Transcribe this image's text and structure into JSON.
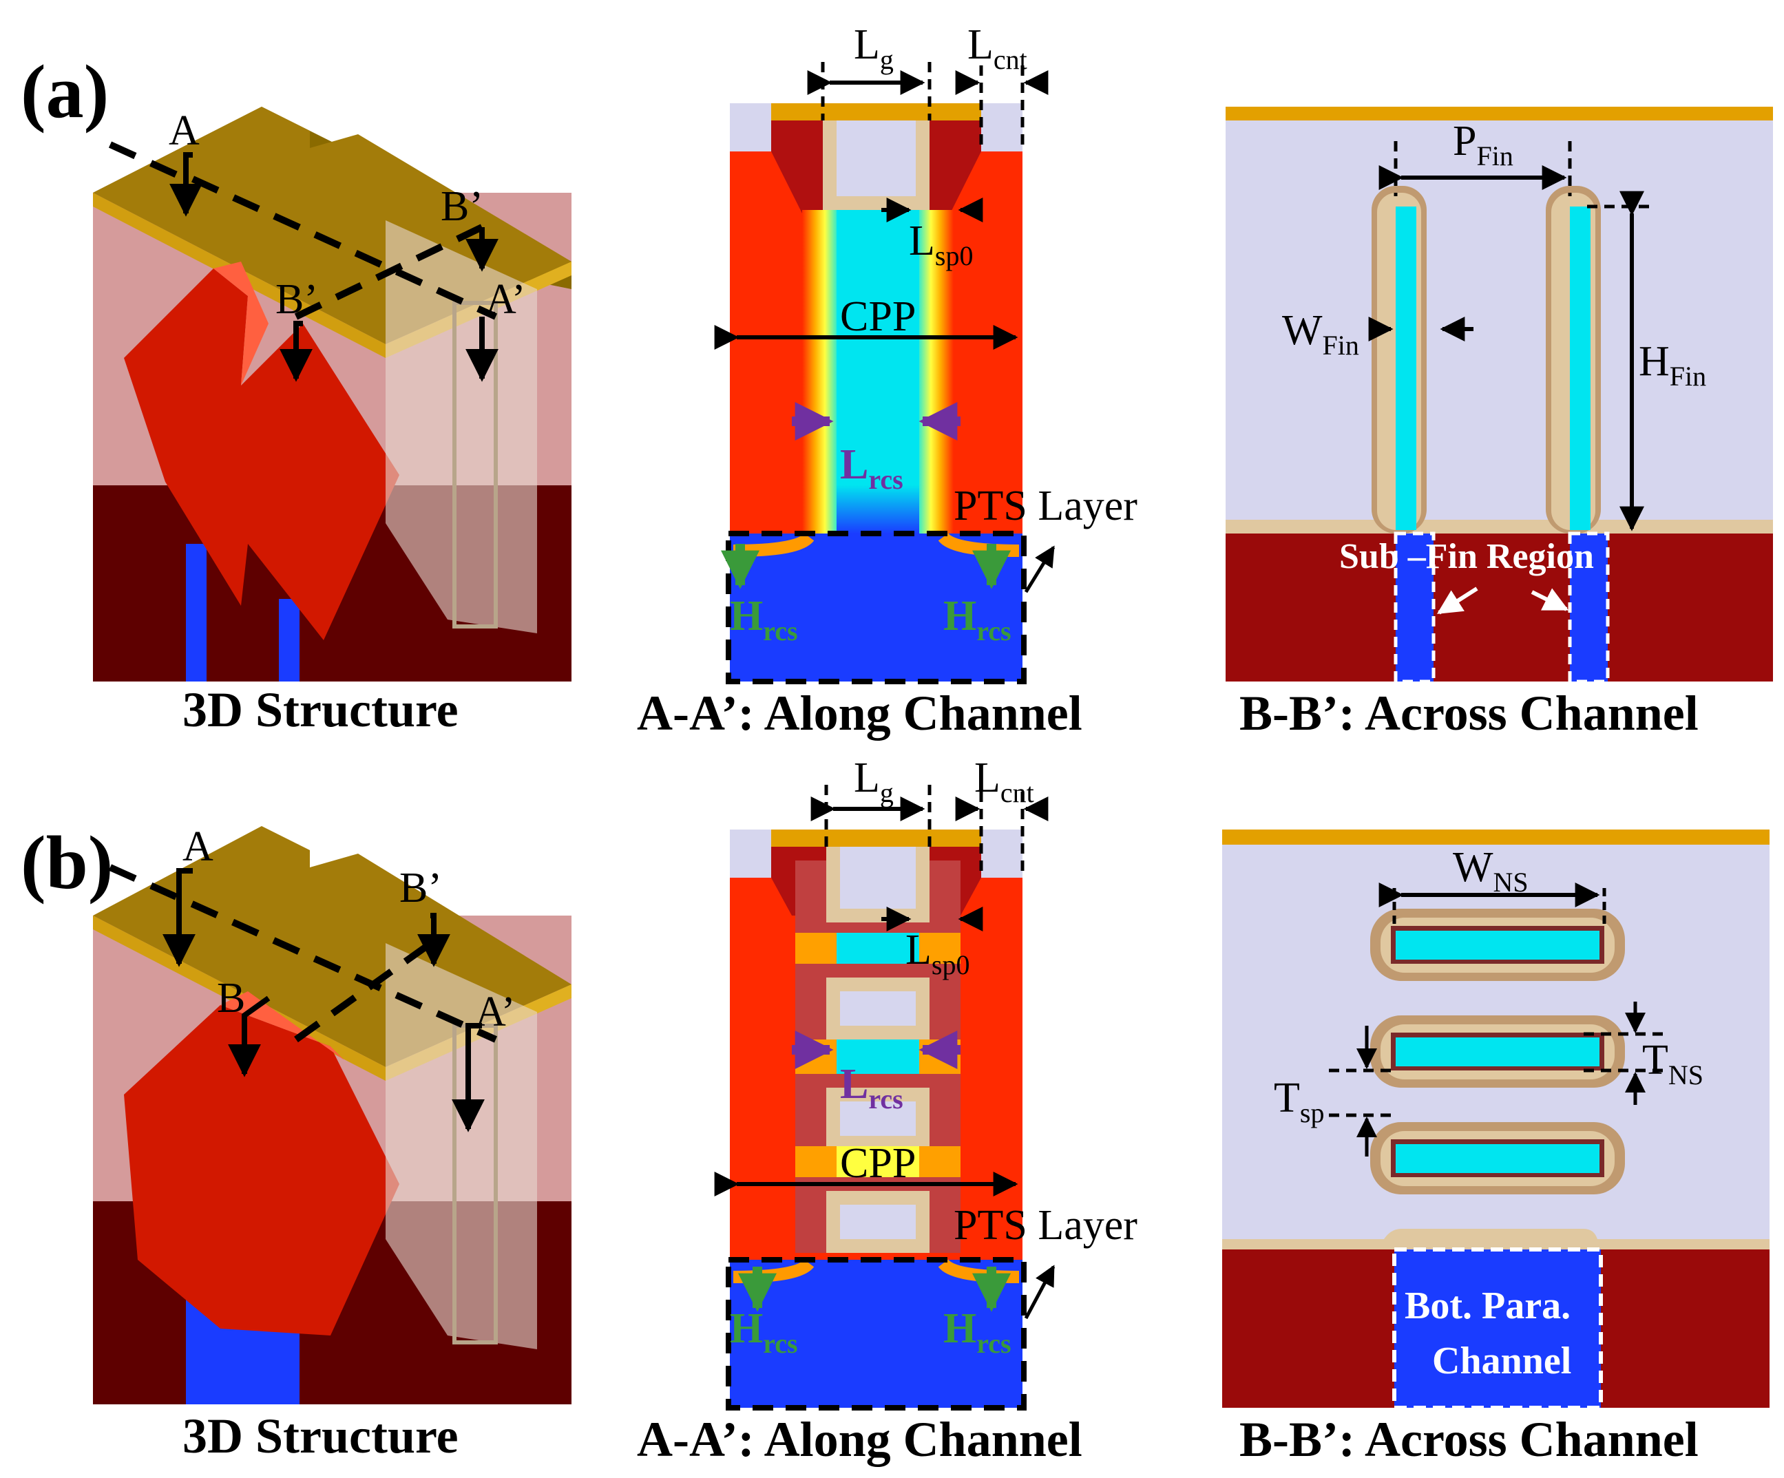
{
  "panels": [
    {
      "tag": "(a)",
      "section_a": "A",
      "section_a_prime": "A’",
      "section_b": "B’",
      "section_b_prime": "B’",
      "caption_3d": "3D Structure",
      "caption_aa": "A-A’: Along Channel",
      "caption_bb": "B-B’: Across Channel",
      "lg": "L",
      "lg_sub": "g",
      "lcnt": "L",
      "lcnt_sub": "cnt",
      "lsp0": "L",
      "lsp0_sub": "sp0",
      "cpp": "CPP",
      "lrcs": "L",
      "lrcs_sub": "rcs",
      "hrcs": "H",
      "hrcs_sub": "rcs",
      "pts": "PTS Layer",
      "pfin": "P",
      "pfin_sub": "Fin",
      "wfin": "W",
      "wfin_sub": "Fin",
      "hfin": "H",
      "hfin_sub": "Fin",
      "subfin": "Sub –Fin Region"
    },
    {
      "tag": "(b)",
      "section_a": "A",
      "section_a_prime": "A’",
      "section_b": "B",
      "section_b_prime": "B’",
      "caption_3d": "3D Structure",
      "caption_aa": "A-A’: Along Channel",
      "caption_bb": "B-B’: Across Channel",
      "lg": "L",
      "lg_sub": "g",
      "lcnt": "L",
      "lcnt_sub": "cnt",
      "lsp0": "L",
      "lsp0_sub": "sp0",
      "cpp": "CPP",
      "lrcs": "L",
      "lrcs_sub": "rcs",
      "hrcs": "H",
      "hrcs_sub": "rcs",
      "pts": "PTS Layer",
      "wns": "W",
      "wns_sub": "NS",
      "tns": "T",
      "tns_sub": "NS",
      "tsp": "T",
      "tsp_sub": "sp",
      "botpara_line1": "Bot. Para.",
      "botpara_line2": "Channel"
    }
  ],
  "colors": {
    "metal": "#c8960c",
    "source_drain": "#ff2a00",
    "channel": "#00e5f0",
    "substrate": "#9a0a0a",
    "oxide": "#d6d6ee",
    "spacer": "#b01010",
    "liner": "#e0c8a0",
    "pts": "#1a3cff",
    "lrcs_arrow": "#7030a0",
    "hrcs_arrow": "#3a9a3a"
  }
}
